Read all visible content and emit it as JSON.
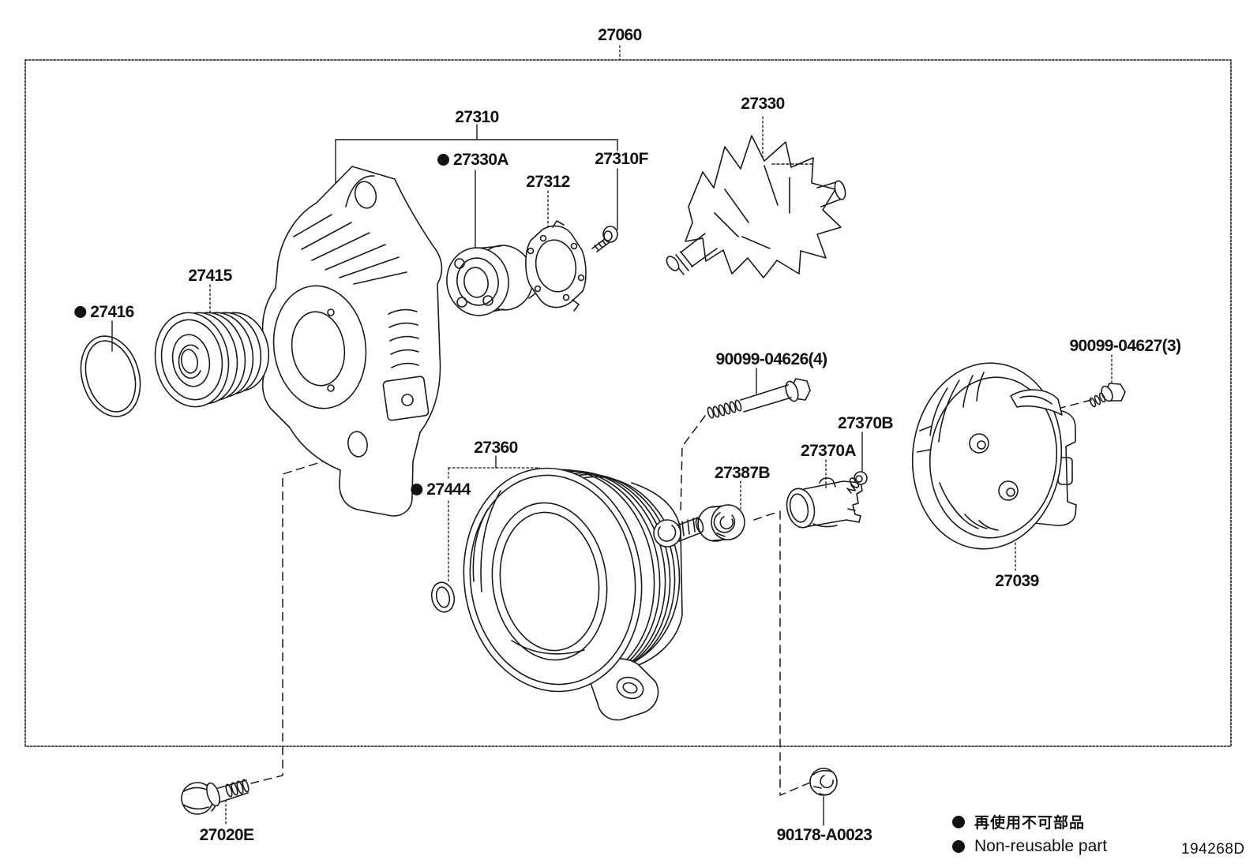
{
  "diagram_code": "194268D",
  "line_color": "#1a1a1a",
  "legend": {
    "jp": "再使用不可部品",
    "en": "Non-reusable part"
  },
  "parts": [
    {
      "id": "27060",
      "label": "27060",
      "non_reusable": false
    },
    {
      "id": "27310",
      "label": "27310",
      "non_reusable": false
    },
    {
      "id": "27330A",
      "label": "27330A",
      "non_reusable": true
    },
    {
      "id": "27312",
      "label": "27312",
      "non_reusable": false
    },
    {
      "id": "27310F",
      "label": "27310F",
      "non_reusable": false
    },
    {
      "id": "27330",
      "label": "27330",
      "non_reusable": false
    },
    {
      "id": "27415",
      "label": "27415",
      "non_reusable": false
    },
    {
      "id": "27416",
      "label": "27416",
      "non_reusable": true
    },
    {
      "id": "27360",
      "label": "27360",
      "non_reusable": false
    },
    {
      "id": "27444",
      "label": "27444",
      "non_reusable": true
    },
    {
      "id": "90099-04626",
      "label": "90099-04626(4)",
      "non_reusable": false
    },
    {
      "id": "27387B",
      "label": "27387B",
      "non_reusable": false
    },
    {
      "id": "27370A",
      "label": "27370A",
      "non_reusable": false
    },
    {
      "id": "27370B",
      "label": "27370B",
      "non_reusable": false
    },
    {
      "id": "90099-04627",
      "label": "90099-04627(3)",
      "non_reusable": false
    },
    {
      "id": "27039",
      "label": "27039",
      "non_reusable": false
    },
    {
      "id": "27020E",
      "label": "27020E",
      "non_reusable": false
    },
    {
      "id": "90178-A0023",
      "label": "90178-A0023",
      "non_reusable": false
    }
  ]
}
